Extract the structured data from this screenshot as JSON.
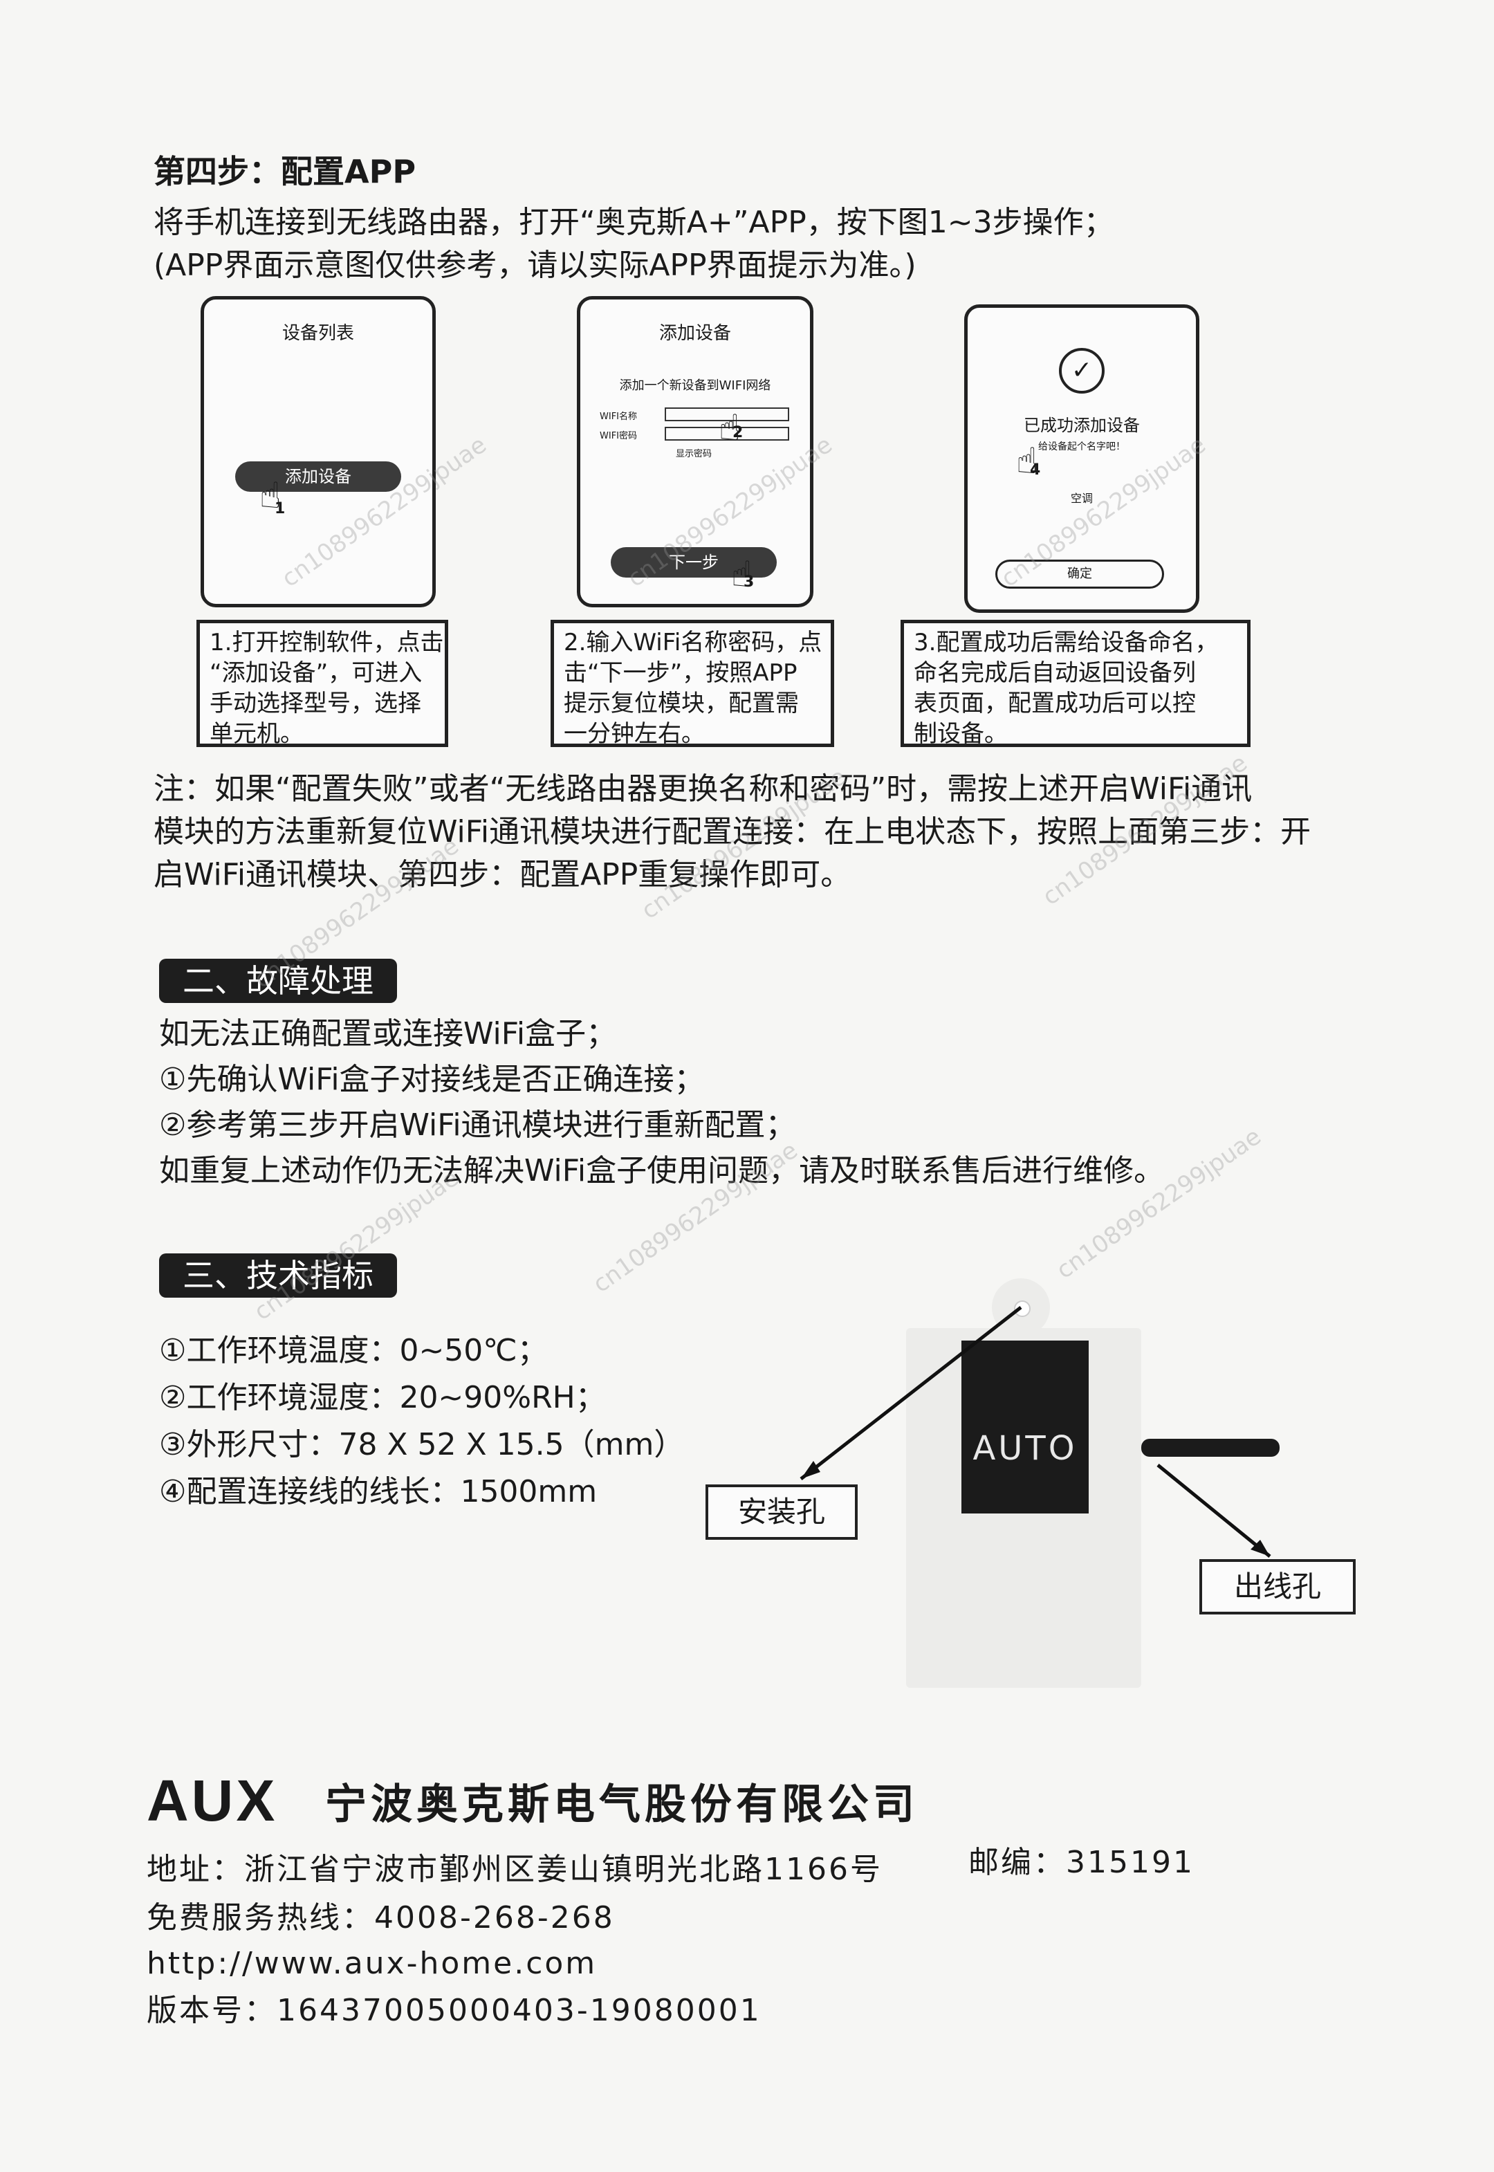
{
  "step4": {
    "title": "第四步：配置APP",
    "intro_line1": "将手机连接到无线路由器，打开“奥克斯A+”APP，按下图1~3步操作；",
    "intro_line2": "(APP界面示意图仅供参考，请以实际APP界面提示为准。)"
  },
  "phones": [
    {
      "screen_title": "设备列表",
      "button_label": "添加设备",
      "step": "1",
      "desc": [
        "1.打开控制软件，点击",
        "“添加设备”，可进入",
        "手动选择型号，选择",
        "单元机。"
      ]
    },
    {
      "screen_title": "添加设备",
      "subtitle": "添加一个新设备到WIFI网络",
      "wifi_name_label": "WIFI名称",
      "wifi_pwd_label": "WIFI密码",
      "show_pwd": "显示密码",
      "button_label": "下一步",
      "step_a": "2",
      "step_b": "3",
      "desc": [
        "2.输入WiFi名称密码，点",
        "击“下一步”，按照APP",
        "提示复位模块，配置需",
        "一分钟左右。"
      ]
    },
    {
      "success_text": "已成功添加设备",
      "name_prompt": "给设备起个名字吧！",
      "name_value": "空调",
      "button_label": "确定",
      "step": "4",
      "desc": [
        "3.配置成功后需给设备命名，",
        "命名完成后自动返回设备列",
        "表页面，配置成功后可以控",
        "制设备。"
      ]
    }
  ],
  "note": {
    "line1": "注：如果“配置失败”或者“无线路由器更换名称和密码”时，需按上述开启WiFi通讯",
    "line2": "模块的方法重新复位WiFi通讯模块进行配置连接：在上电状态下，按照上面第三步：开",
    "line3": "启WiFi通讯模块、第四步：配置APP重复操作即可。"
  },
  "troubleshooting": {
    "title": "二、故障处理",
    "lines": [
      "如无法正确配置或连接WiFi盒子；",
      "①先确认WiFi盒子对接线是否正确连接；",
      "②参考第三步开启WiFi通讯模块进行重新配置；",
      "如重复上述动作仍无法解决WiFi盒子使用问题，请及时联系售后进行维修。"
    ]
  },
  "specs": {
    "title": "三、技术指标",
    "lines": [
      "①工作环境温度：0~50℃；",
      "②工作环境湿度：20~90%RH；",
      "③外形尺寸：78 X 52 X 15.5（mm）",
      "④配置连接线的线长：1500mm"
    ]
  },
  "device": {
    "screen_text": "AUTO",
    "mount_hole": "安装孔",
    "cable_outlet": "出线孔"
  },
  "company": {
    "logo": "AUX",
    "name": "宁波奥克斯电气股份有限公司",
    "address": "地址：浙江省宁波市鄞州区姜山镇明光北路1166号",
    "postcode": "邮编：315191",
    "hotline": "免费服务热线：4008-268-268",
    "website": "http://www.aux-home.com",
    "version": "版本号：16437005000403-19080001"
  },
  "watermark": "cn1089962299jpuae"
}
